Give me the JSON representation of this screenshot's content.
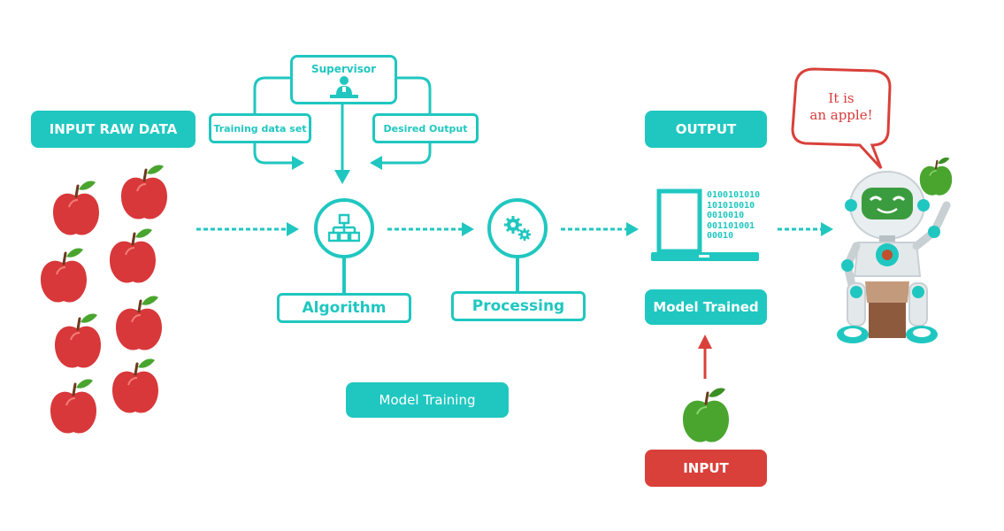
{
  "colors": {
    "teal": "#20c7c0",
    "red": "#d9403a",
    "apple_red": "#d8383a",
    "apple_green": "#4aa52f",
    "white": "#ffffff"
  },
  "input_raw_data": {
    "label": "INPUT RAW DATA",
    "apples_icon": "red-apple-icon"
  },
  "supervisor": {
    "label": "Supervisor",
    "icon": "supervisor-person-icon"
  },
  "training_data_set": {
    "label": "Training data set"
  },
  "desired_output": {
    "label": "Desired Output"
  },
  "algorithm": {
    "label": "Algorithm",
    "icon": "hierarchy-icon"
  },
  "processing": {
    "label": "Processing",
    "icon": "gears-icon"
  },
  "model_training": {
    "label": "Model Training"
  },
  "output": {
    "label": "OUTPUT"
  },
  "laptop": {
    "icon": "laptop-icon",
    "binary_lines": [
      "0100101010",
      "101010010",
      "0010010",
      "001101001",
      "00010"
    ]
  },
  "model_trained": {
    "label": "Model Trained"
  },
  "input": {
    "label": "INPUT",
    "apple_icon": "green-apple-icon"
  },
  "robot": {
    "icon": "robot-icon",
    "speech_line1": "It is",
    "speech_line2": "an apple!"
  }
}
